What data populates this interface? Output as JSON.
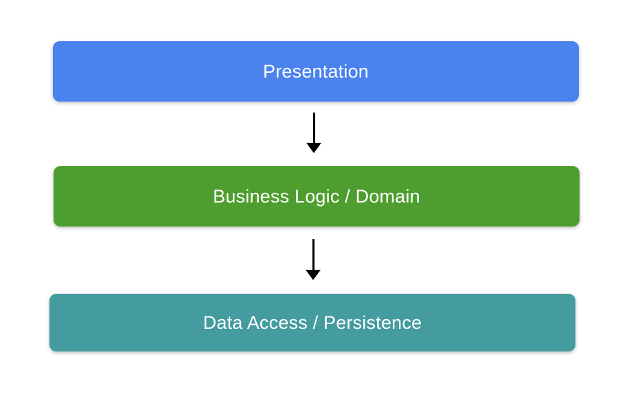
{
  "diagram": {
    "type": "layered-architecture-flow",
    "background_color": "#ffffff",
    "text_color": "#ffffff",
    "arrow_color": "#000000",
    "layers": [
      {
        "label": "Presentation",
        "color": "#4a82ee"
      },
      {
        "label": "Business Logic / Domain",
        "color": "#4d9e2e"
      },
      {
        "label": "Data Access / Persistence",
        "color": "#449c9f"
      }
    ],
    "connections": [
      {
        "from": "Presentation",
        "to": "Business Logic / Domain",
        "direction": "down"
      },
      {
        "from": "Business Logic / Domain",
        "to": "Data Access / Persistence",
        "direction": "down"
      }
    ]
  }
}
